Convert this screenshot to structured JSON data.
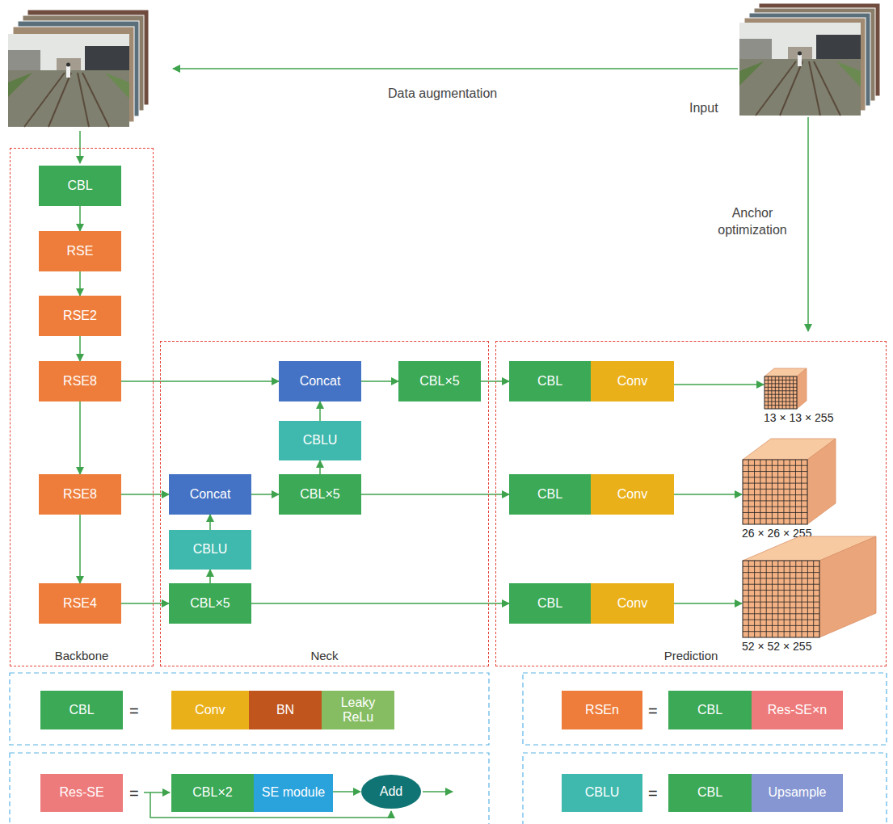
{
  "diagram": {
    "nodes": [
      {
        "text": [
          "Backbone"
        ]
      },
      {
        "text": [
          "CBL"
        ],
        "in": 0
      },
      {
        "text": [
          "RSE"
        ],
        "in": 0
      },
      {
        "text": [
          "RSE2"
        ],
        "in": 0
      },
      {
        "text": [
          "RSE8"
        ],
        "in": 0
      },
      {
        "text": [
          "RSE8"
        ],
        "in": 0
      },
      {
        "text": [
          "RSE4"
        ],
        "in": 0
      },
      {
        "text": [
          "Neck"
        ]
      },
      {
        "text": [
          "Concat"
        ],
        "in": 7
      },
      {
        "text": [
          "CBL×5"
        ],
        "in": 7
      },
      {
        "text": [
          "CBLU"
        ],
        "in": 7
      },
      {
        "text": [
          "Concat"
        ],
        "in": 7
      },
      {
        "text": [
          "CBL×5"
        ],
        "in": 7
      },
      {
        "text": [
          "CBLU"
        ],
        "in": 7
      },
      {
        "text": [
          "CBL×5"
        ],
        "in": 7
      },
      {
        "text": [
          "Prediction"
        ]
      },
      {
        "text": [
          "CBL"
        ],
        "in": 15
      },
      {
        "text": [
          "Conv"
        ],
        "in": 15
      },
      {
        "text": [
          "CBL"
        ],
        "in": 15
      },
      {
        "text": [
          "Conv"
        ],
        "in": 15
      },
      {
        "text": [
          "CBL"
        ],
        "in": 15
      },
      {
        "text": [
          "Conv"
        ],
        "in": 15
      },
      {
        "text": [
          "13 × 13 × 255"
        ],
        "in": 15
      },
      {
        "text": [
          "26 × 26 × 255"
        ],
        "in": 15
      },
      {
        "text": [
          "52 × 52 × 255"
        ],
        "in": 15
      },
      {
        "text": [
          "CBL"
        ]
      },
      {
        "text": [
          "Conv"
        ]
      },
      {
        "text": [
          "BN"
        ]
      },
      {
        "text": [
          "Leaky ReLu"
        ]
      },
      {
        "text": [
          "RSEn"
        ]
      },
      {
        "text": [
          "CBL"
        ]
      },
      {
        "text": [
          "Res-SE×n"
        ]
      },
      {
        "text": [
          "Res-SE"
        ]
      },
      {
        "text": [
          "CBL×2"
        ]
      },
      {
        "text": [
          "SE module"
        ]
      },
      {
        "text": [
          "Add"
        ]
      },
      {
        "text": [
          "CBLU"
        ]
      },
      {
        "text": [
          "CBL"
        ]
      },
      {
        "text": [
          "Upsample"
        ]
      }
    ],
    "edges": [
      {
        "from": 1,
        "to": 2,
        "arrow": "to"
      },
      {
        "from": 2,
        "to": 3,
        "arrow": "to"
      },
      {
        "from": 3,
        "to": 4,
        "arrow": "to"
      },
      {
        "from": 4,
        "to": 5,
        "arrow": "to"
      },
      {
        "from": 5,
        "to": 6,
        "arrow": "to"
      },
      {
        "from": 4,
        "to": 8,
        "arrow": "to"
      },
      {
        "from": 5,
        "to": 11,
        "arrow": "to"
      },
      {
        "from": 6,
        "to": 14,
        "arrow": "to"
      },
      {
        "from": 14,
        "to": 13,
        "arrow": "to"
      },
      {
        "from": 13,
        "to": 11,
        "arrow": "to"
      },
      {
        "from": 11,
        "to": 12,
        "arrow": "to"
      },
      {
        "from": 12,
        "to": 10,
        "arrow": "to"
      },
      {
        "from": 10,
        "to": 8,
        "arrow": "to"
      },
      {
        "from": 8,
        "to": 9,
        "arrow": "to"
      },
      {
        "from": 9,
        "to": 16,
        "arrow": "to"
      },
      {
        "from": 12,
        "to": 18,
        "arrow": "to"
      },
      {
        "from": 14,
        "to": 20,
        "arrow": "to"
      },
      {
        "from": 17,
        "to": 22,
        "arrow": "to"
      },
      {
        "from": 19,
        "to": 23,
        "arrow": "to"
      },
      {
        "from": 21,
        "to": 24,
        "arrow": "to"
      },
      {
        "from": 34,
        "to": 35,
        "arrow": "to"
      }
    ],
    "labels": [
      "Data augmentation",
      "Input",
      "Anchor optimization",
      "=",
      "=",
      "=",
      "="
    ]
  }
}
